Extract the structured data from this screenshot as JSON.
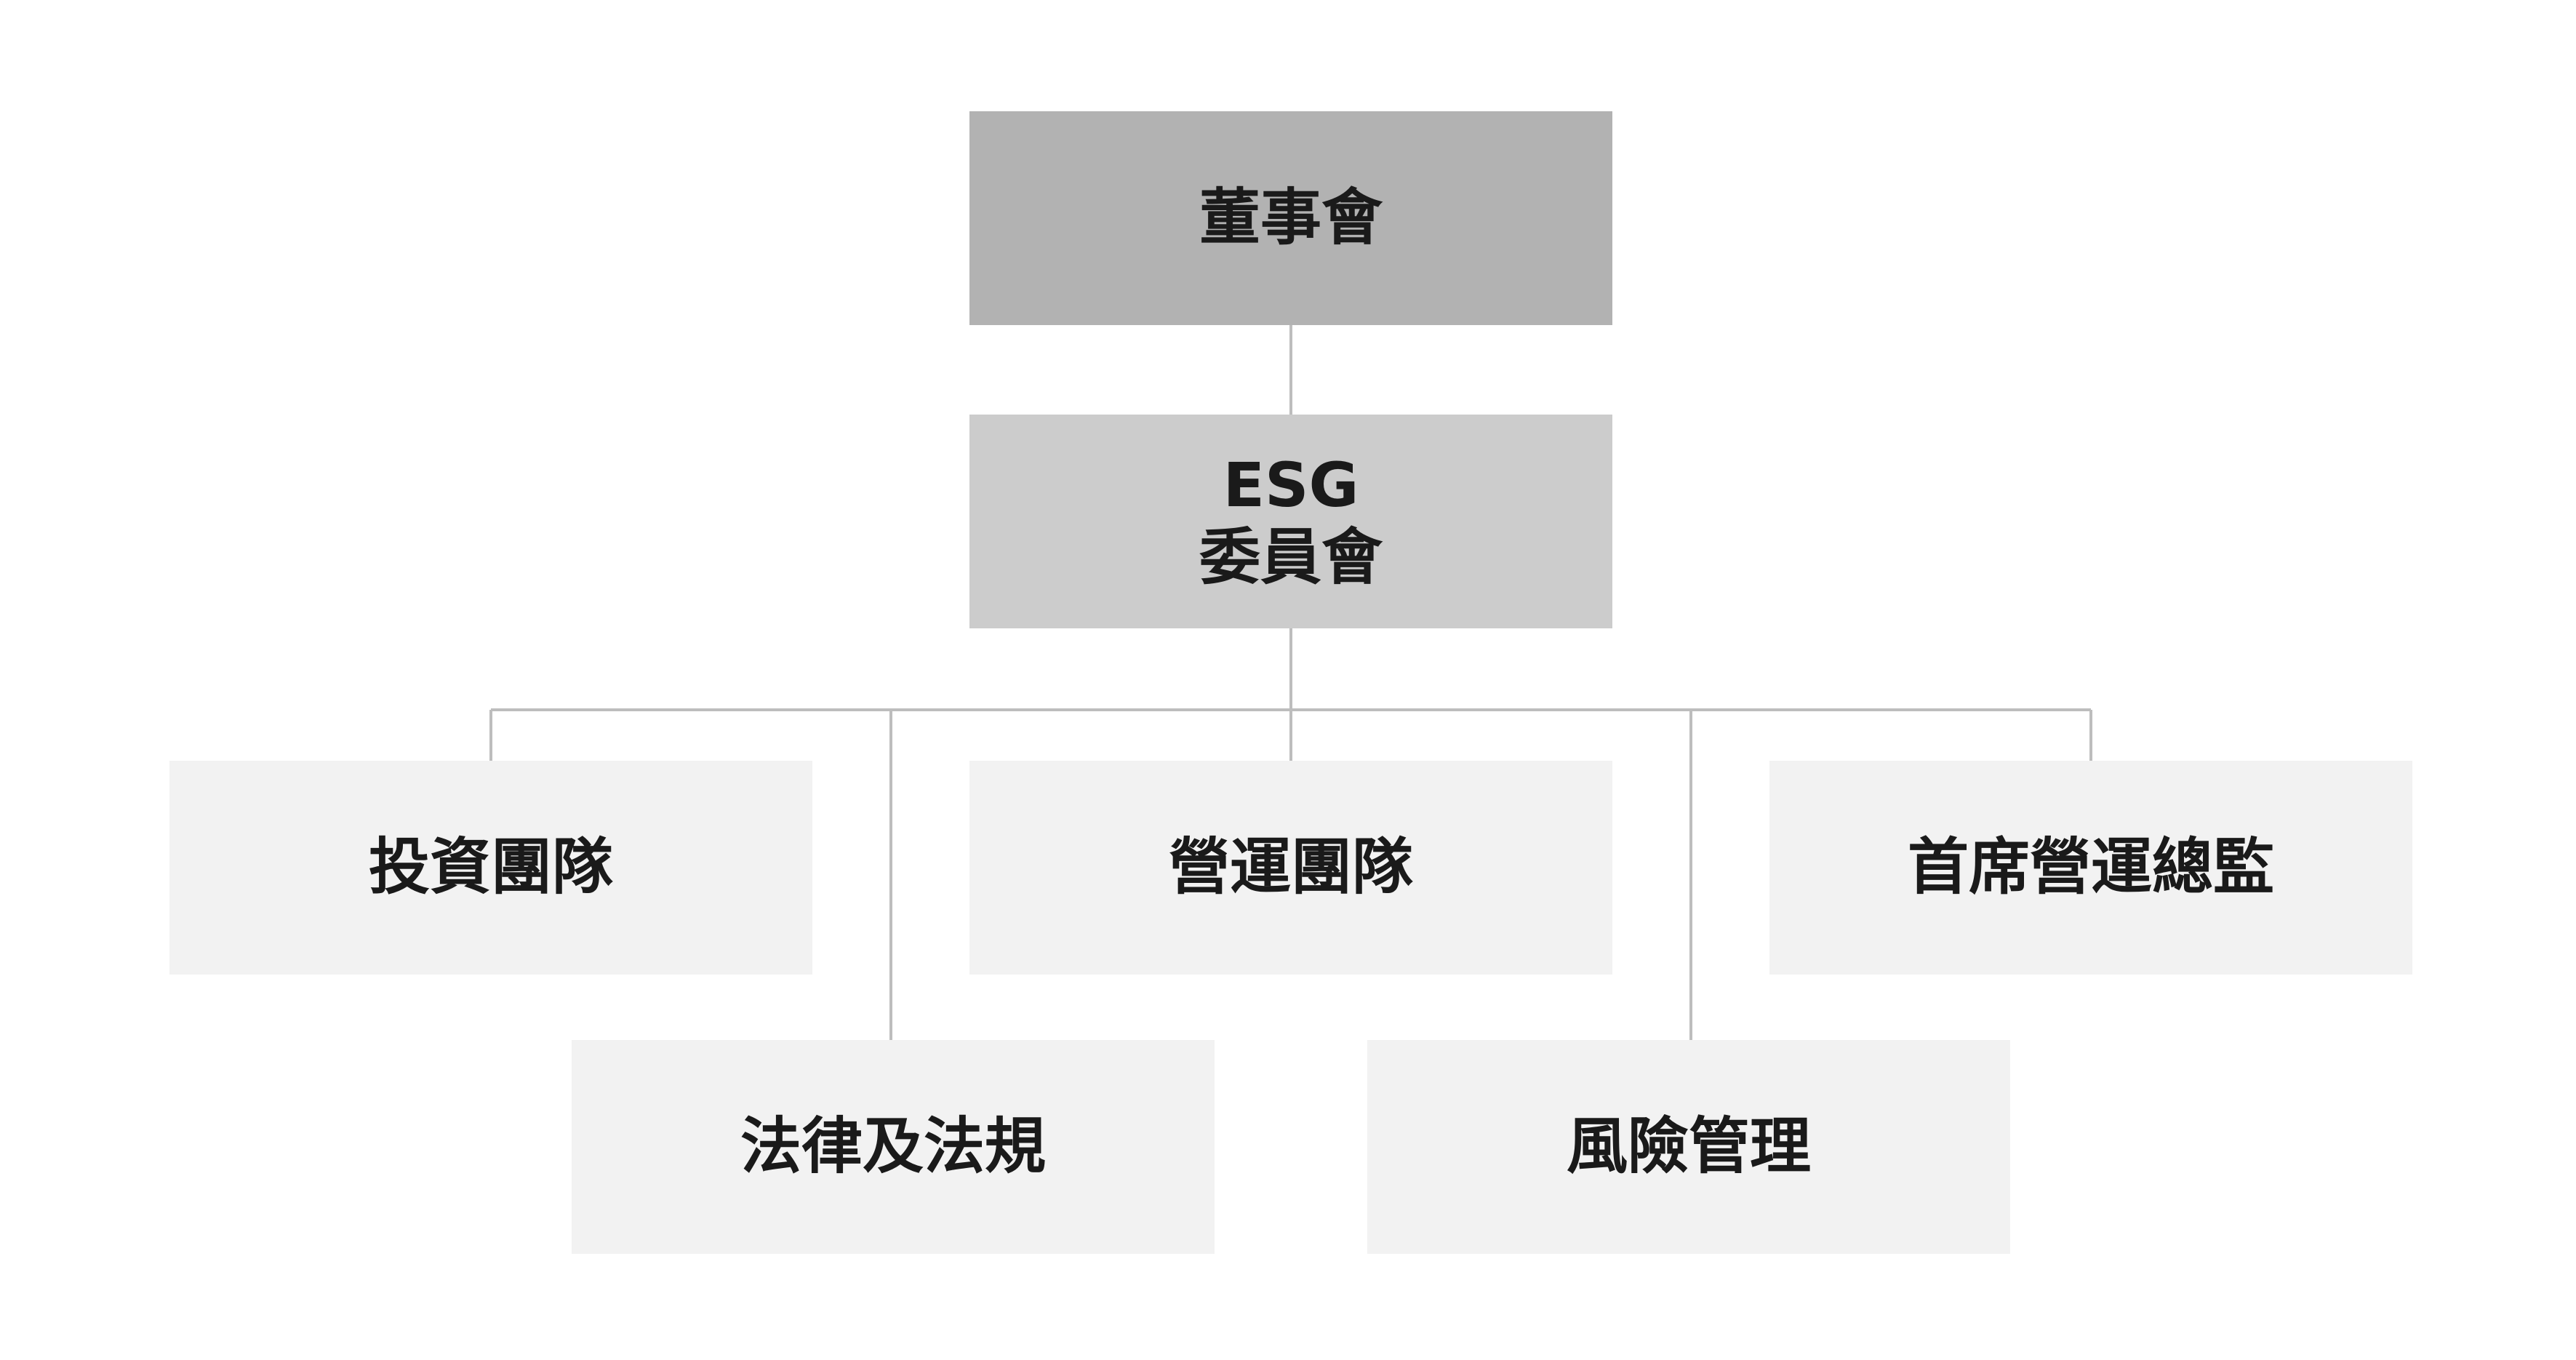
{
  "nodes": {
    "board": "董事會",
    "esg_line1": "ESG",
    "esg_line2": "委員會",
    "investment": "投資團隊",
    "operations": "營運團隊",
    "coo": "首席營運總監",
    "legal": "法律及法規",
    "risk": "風險管理"
  },
  "colors": {
    "board_fill": "#b2b2b2",
    "committee_fill": "#cccccc",
    "team_fill": "#f2f2f2",
    "connector": "#bdbdbd",
    "text": "#1a1a1a"
  }
}
